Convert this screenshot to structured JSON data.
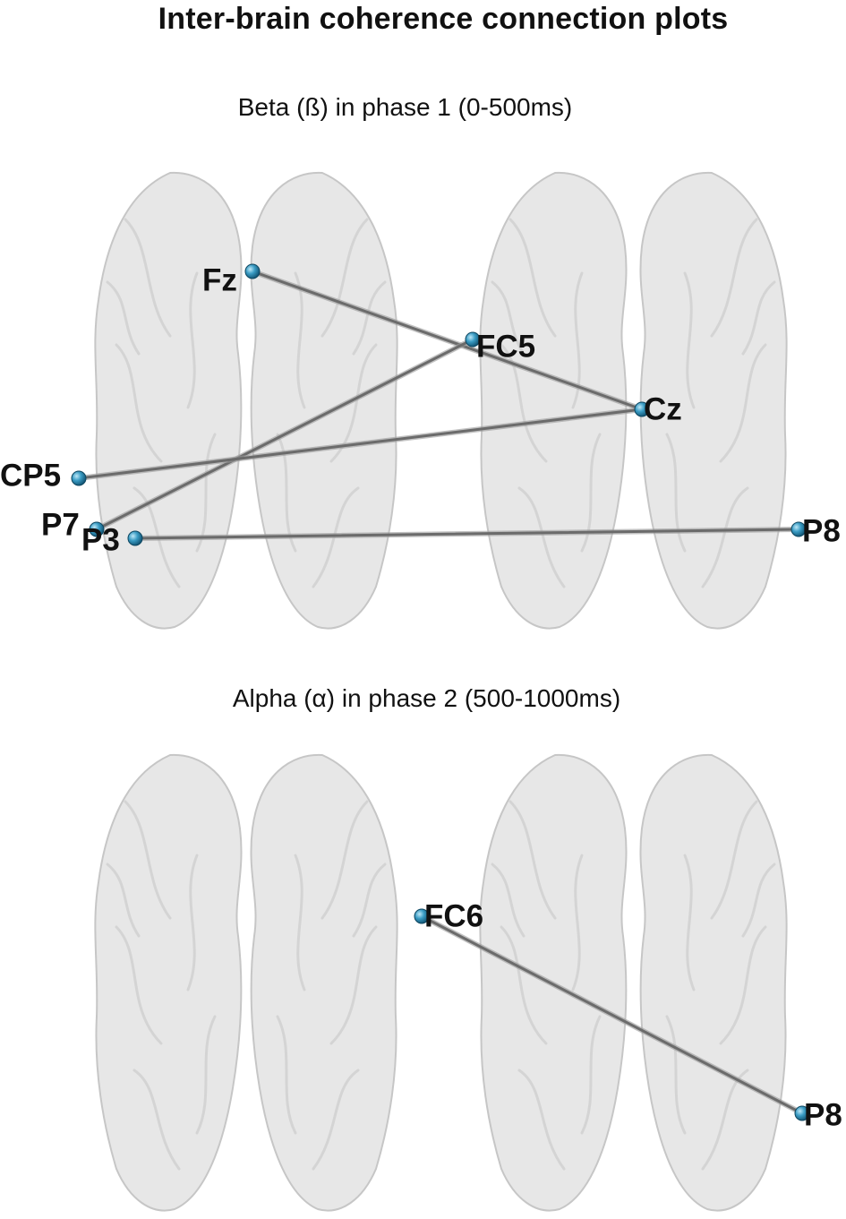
{
  "title": "Inter-brain coherence connection plots",
  "panels": [
    {
      "id": "beta",
      "title": "Beta (ß) in phase 1 (0-500ms)",
      "electrodes": [
        "Fz",
        "FC5",
        "Cz",
        "CP5",
        "P7",
        "P3",
        "P8"
      ],
      "connections": [
        [
          "Fz",
          "Cz"
        ],
        [
          "FC5",
          "P7"
        ],
        [
          "CP5",
          "Cz"
        ],
        [
          "P3",
          "P8"
        ]
      ]
    },
    {
      "id": "alpha",
      "title": "Alpha (α) in phase 2 (500-1000ms)",
      "electrodes": [
        "FC6",
        "P8"
      ],
      "connections": [
        [
          "FC6",
          "P8"
        ]
      ]
    }
  ],
  "colors": {
    "node": "#3a9cc4",
    "edge": "#6b6b6b",
    "brain_fill": "#e6e6e6",
    "brain_stroke": "#c4c4c4"
  }
}
